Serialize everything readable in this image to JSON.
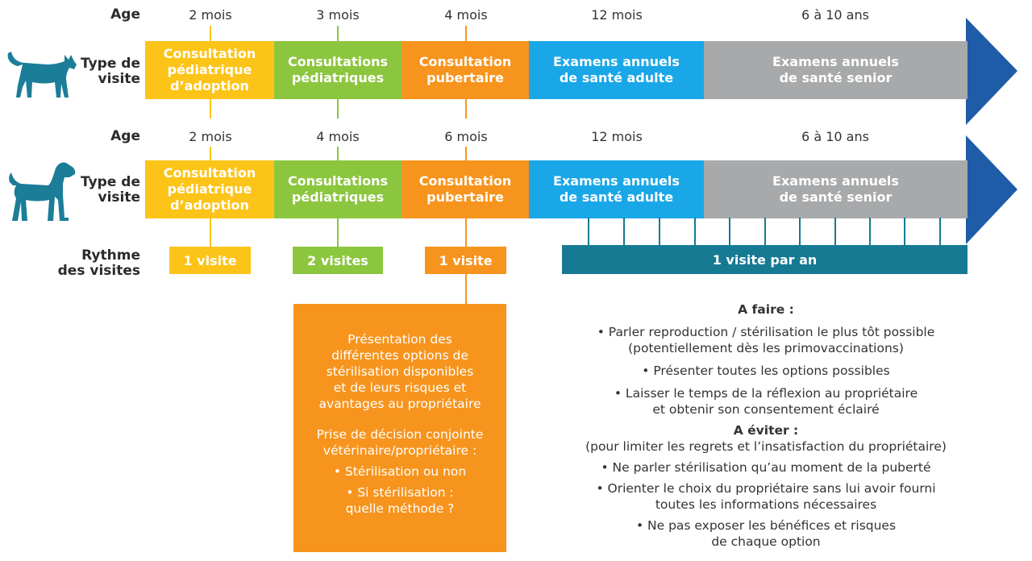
{
  "rows": {
    "cat": {
      "age_label": "Age",
      "type_label": [
        "Type de",
        "visite"
      ],
      "ages": [
        "2 mois",
        "3 mois",
        "4 mois",
        "12 mois",
        "6 à 10 ans"
      ]
    },
    "dog": {
      "age_label": "Age",
      "type_label": [
        "Type de",
        "visite"
      ],
      "ages": [
        "2 mois",
        "4 mois",
        "6 mois",
        "12 mois",
        "6 à 10 ans"
      ]
    }
  },
  "visit_types": [
    [
      "Consultation",
      "pédiatrique",
      "d’adoption"
    ],
    [
      "Consultations",
      "pédiatriques"
    ],
    [
      "Consultation",
      "pubertaire"
    ],
    [
      "Examens annuels",
      "de santé adulte"
    ],
    [
      "Examens annuels",
      "de santé senior"
    ]
  ],
  "rhythm": {
    "label": [
      "Rythme",
      "des visites"
    ],
    "items": [
      "1 visite",
      "2 visites",
      "1 visite",
      "1 visite par an"
    ]
  },
  "orange_box": {
    "paragraph1": [
      "Présentation des",
      "différentes options de",
      "stérilisation disponibles",
      "et de leurs risques et",
      "avantages au propriétaire"
    ],
    "paragraph2": [
      "Prise de décision conjointe",
      "vétérinaire/propriétaire :"
    ],
    "bullet1": "• Stérilisation ou non",
    "bullet2": [
      "• Si stérilisation :",
      "quelle méthode ?"
    ]
  },
  "todo": {
    "title": "A faire :",
    "items": [
      [
        "• Parler reproduction / stérilisation le plus tôt possible",
        "(potentiellement dès les primovaccinations)"
      ],
      [
        "• Présenter toutes les options possibles"
      ],
      [
        "• Laisser le temps de la réflexion au propriétaire",
        "et obtenir son consentement éclairé"
      ]
    ]
  },
  "avoid": {
    "title": "A éviter :",
    "subtitle": "(pour limiter les regrets et l’insatisfaction du propriétaire)",
    "items": [
      [
        "• Ne parler stérilisation qu’au moment de la puberté"
      ],
      [
        "• Orienter le choix du propriétaire sans lui avoir fourni",
        "toutes les informations nécessaires"
      ],
      [
        "• Ne pas exposer les bénéfices et risques",
        "de chaque option"
      ]
    ]
  },
  "icons": {
    "cat": "cat-silhouette-icon",
    "dog": "dog-silhouette-icon",
    "arrow": "arrow-head-icon"
  },
  "colors": {
    "yellow": "#fcc419",
    "green": "#8cc63f",
    "orange": "#f7941d",
    "blue": "#1aa7e8",
    "grey": "#a7a9ab",
    "teal": "#167a93",
    "arrow": "#1f5ca8",
    "icon": "#1c7d99"
  }
}
